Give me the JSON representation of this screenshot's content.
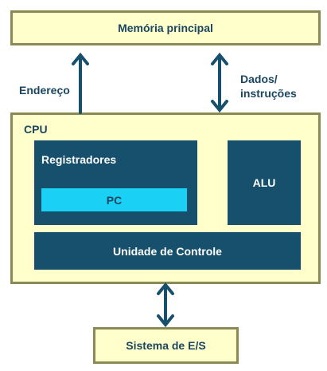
{
  "memory": {
    "label": "Memória principal"
  },
  "address_label": "Endereço",
  "data_label": {
    "line1": "Dados/",
    "line2": "instruções"
  },
  "cpu": {
    "label": "CPU",
    "registers": {
      "label": "Registradores",
      "pc_label": "PC"
    },
    "alu_label": "ALU",
    "control_unit_label": "Unidade de Controle"
  },
  "io": {
    "label": "Sistema de E/S"
  },
  "colors": {
    "box_fill": "#ffffcc",
    "box_border": "#8a8a55",
    "component_fill": "#17506c",
    "pc_fill": "#1ad0f5",
    "text": "#1a4660"
  }
}
